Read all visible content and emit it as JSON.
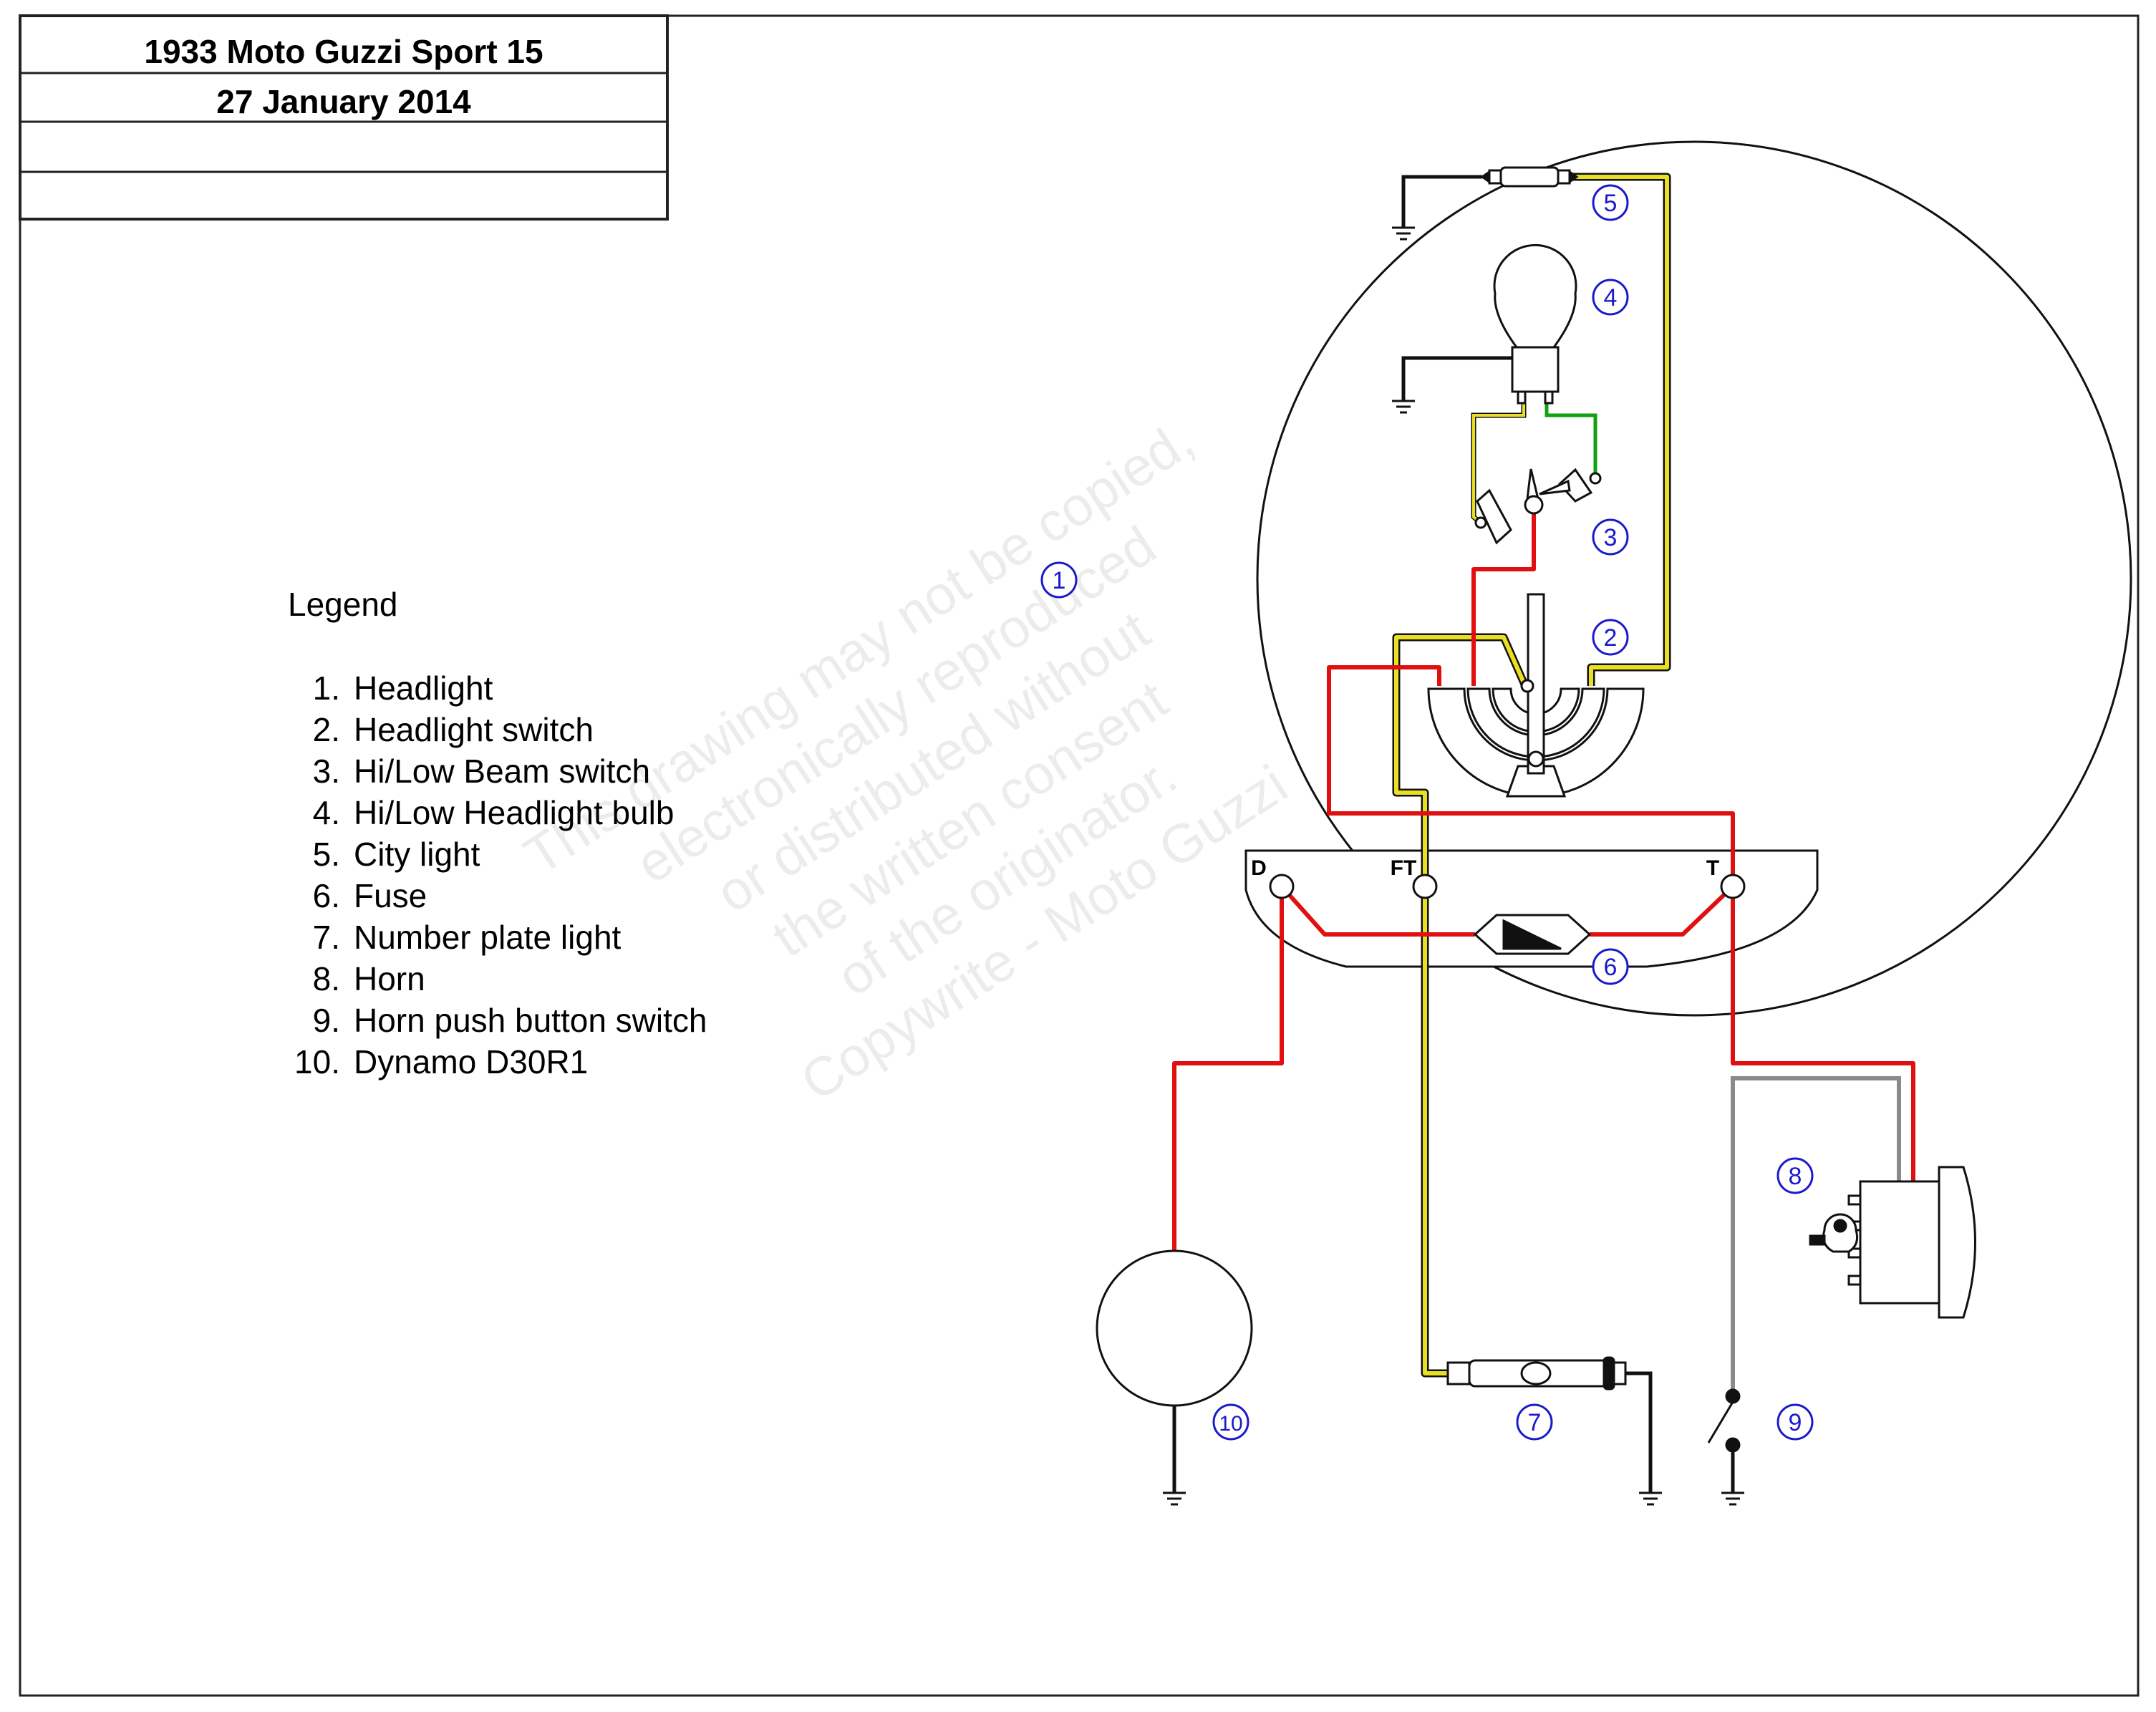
{
  "title_block": {
    "title": "1933 Moto Guzzi Sport 15",
    "date": "27 January 2014",
    "row3": "",
    "row4": ""
  },
  "legend": {
    "heading": "Legend",
    "items": [
      {
        "num": "1.",
        "label": "Headlight"
      },
      {
        "num": "2.",
        "label": "Headlight switch"
      },
      {
        "num": "3.",
        "label": "Hi/Low Beam switch"
      },
      {
        "num": "4.",
        "label": "Hi/Low Headlight bulb"
      },
      {
        "num": "5.",
        "label": "City light"
      },
      {
        "num": "6.",
        "label": "Fuse"
      },
      {
        "num": "7.",
        "label": "Number plate light"
      },
      {
        "num": "8.",
        "label": "Horn"
      },
      {
        "num": "9.",
        "label": "Horn push button switch"
      },
      {
        "num": "10.",
        "label": "Dynamo D30R1"
      }
    ]
  },
  "component_tags": [
    "1",
    "2",
    "3",
    "4",
    "5",
    "6",
    "7",
    "8",
    "9",
    "10"
  ],
  "terminals": {
    "d": "D",
    "ft": "FT",
    "t": "T"
  },
  "watermark": [
    "This drawing may not be copied,",
    "electronically reproduced",
    "or distributed without",
    "the written consent",
    "of the originator.",
    "Copywrite - Moto Guzzi"
  ],
  "wire_colors": {
    "red": "#e01010",
    "yellow": "#e8e020",
    "green": "#10a010",
    "grey": "#8a8a8a",
    "black": "#111111"
  }
}
